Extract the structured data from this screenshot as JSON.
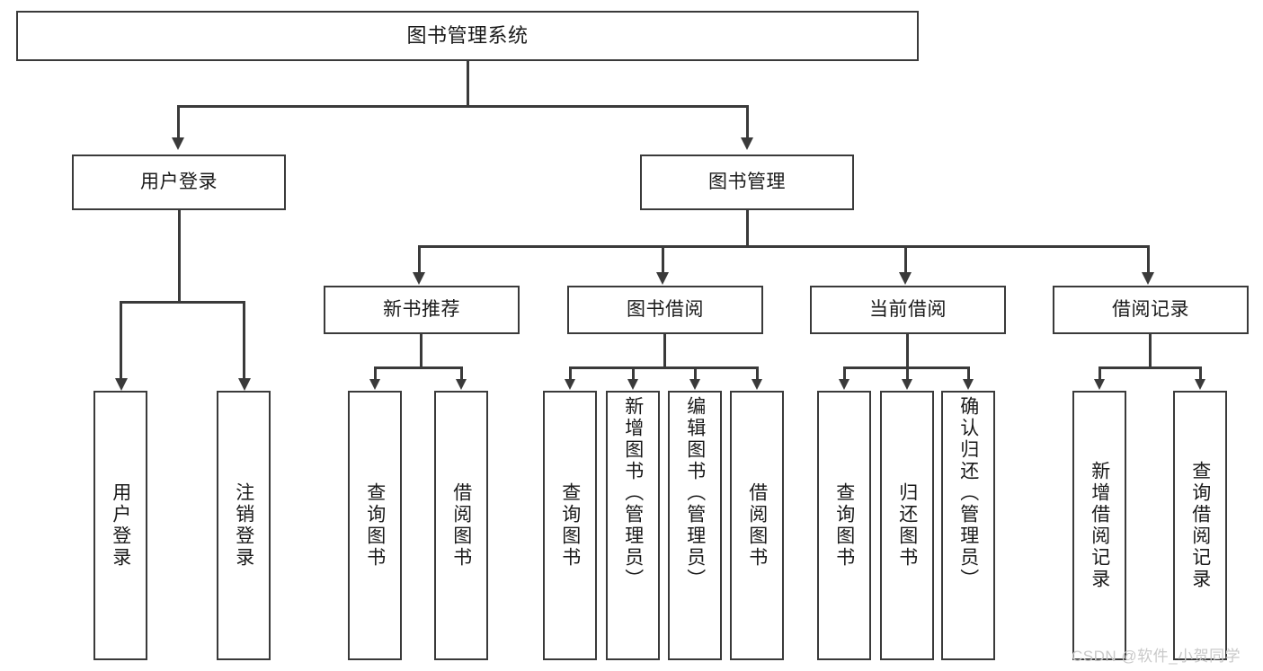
{
  "diagram": {
    "type": "tree-hierarchy",
    "title": "图书管理系统",
    "watermark": "CSDN @软件_小贺同学",
    "colors": {
      "background": "#ffffff",
      "stroke": "#3a3a3a",
      "text": "#1a1a1a",
      "watermark": "#c9c9c9"
    },
    "nodes": {
      "root": {
        "label": "图书管理系统"
      },
      "level1": [
        {
          "label": "用户登录"
        },
        {
          "label": "图书管理"
        }
      ],
      "level2": [
        {
          "label": "新书推荐"
        },
        {
          "label": "图书借阅"
        },
        {
          "label": "当前借阅"
        },
        {
          "label": "借阅记录"
        }
      ],
      "leaves_user_login": [
        {
          "label": "用户登录"
        },
        {
          "label": "注销登录"
        }
      ],
      "leaves_new_books": [
        {
          "label": "查询图书"
        },
        {
          "label": "借阅图书"
        }
      ],
      "leaves_borrow": [
        {
          "label": "查询图书"
        },
        {
          "label": "新增图书（管理员）"
        },
        {
          "label": "编辑图书（管理员）"
        },
        {
          "label": "借阅图书"
        }
      ],
      "leaves_current": [
        {
          "label": "查询图书"
        },
        {
          "label": "归还图书"
        },
        {
          "label": "确认归还（管理员）"
        }
      ],
      "leaves_records": [
        {
          "label": "新增借阅记录"
        },
        {
          "label": "查询借阅记录"
        }
      ]
    }
  }
}
